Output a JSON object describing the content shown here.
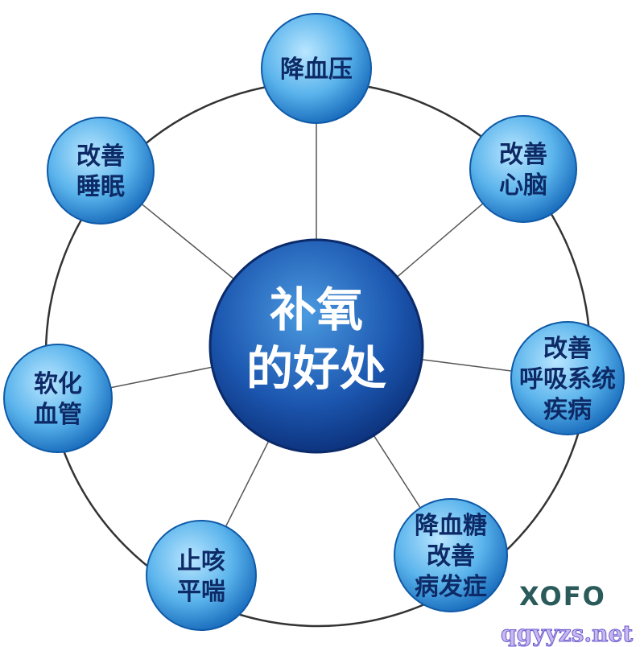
{
  "center": {
    "lines": [
      "补氧",
      "的好处"
    ]
  },
  "nodes": [
    {
      "lines": [
        "降血压"
      ]
    },
    {
      "lines": [
        "改善",
        "心脑"
      ]
    },
    {
      "lines": [
        "改善",
        "呼吸系统",
        "疾病"
      ]
    },
    {
      "lines": [
        "降血糖",
        "改善",
        "病发症"
      ]
    },
    {
      "lines": [
        "止咳",
        "平喘"
      ]
    },
    {
      "lines": [
        "软化",
        "血管"
      ]
    },
    {
      "lines": [
        "改善",
        "睡眠"
      ]
    }
  ],
  "logo": "XOFO",
  "watermark": "qgyyzs.net",
  "colors": {
    "node_light": "#8fd0f5",
    "node_dark": "#1677c8",
    "center_light": "#3d86d6",
    "center_dark": "#0b2f7a",
    "ring": "#333333"
  }
}
